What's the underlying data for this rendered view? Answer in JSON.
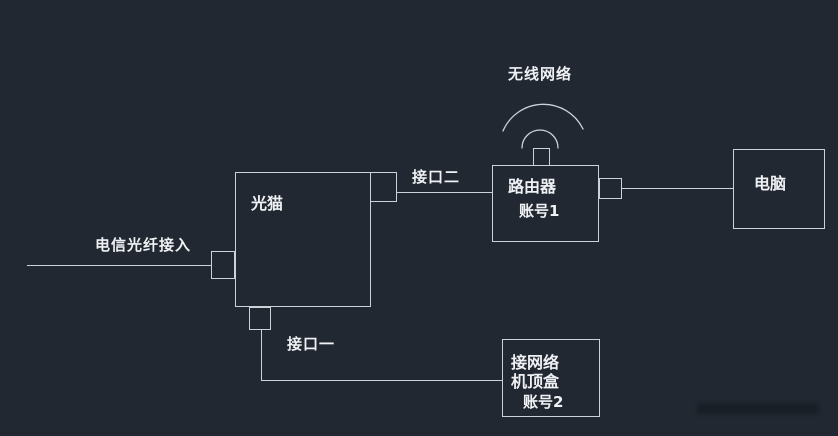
{
  "colors": {
    "background": "#212831",
    "line": "#cdd2d8",
    "text": "#eff1f4"
  },
  "nodes": {
    "modem": {
      "label": "光猫"
    },
    "router": {
      "label": "路由器",
      "account": "账号1"
    },
    "computer": {
      "label": "电脑"
    },
    "set_top_box": {
      "line1": "接网络",
      "line2": "机顶盒",
      "account": "账号2"
    }
  },
  "labels": {
    "fiber_in": "电信光纤接入",
    "wifi": "无线网络",
    "port_two": "接口二",
    "port_one": "接口一"
  }
}
